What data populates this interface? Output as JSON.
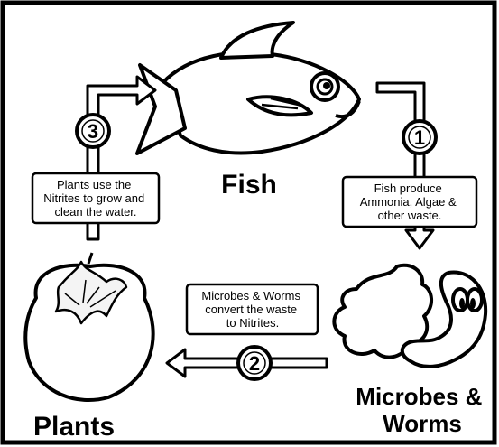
{
  "labels": {
    "fish": "Fish",
    "plants": "Plants",
    "microbes_line1": "Microbes &",
    "microbes_line2": "Worms"
  },
  "steps": [
    {
      "number": "1",
      "lines": [
        "Fish produce",
        "Ammonia, Algae &",
        "other waste."
      ]
    },
    {
      "number": "2",
      "lines": [
        "Microbes & Worms",
        "convert the waste",
        "to Nitrites."
      ]
    },
    {
      "number": "3",
      "lines": [
        "Plants use the",
        "Nitrites to grow and",
        "clean the water."
      ]
    }
  ]
}
